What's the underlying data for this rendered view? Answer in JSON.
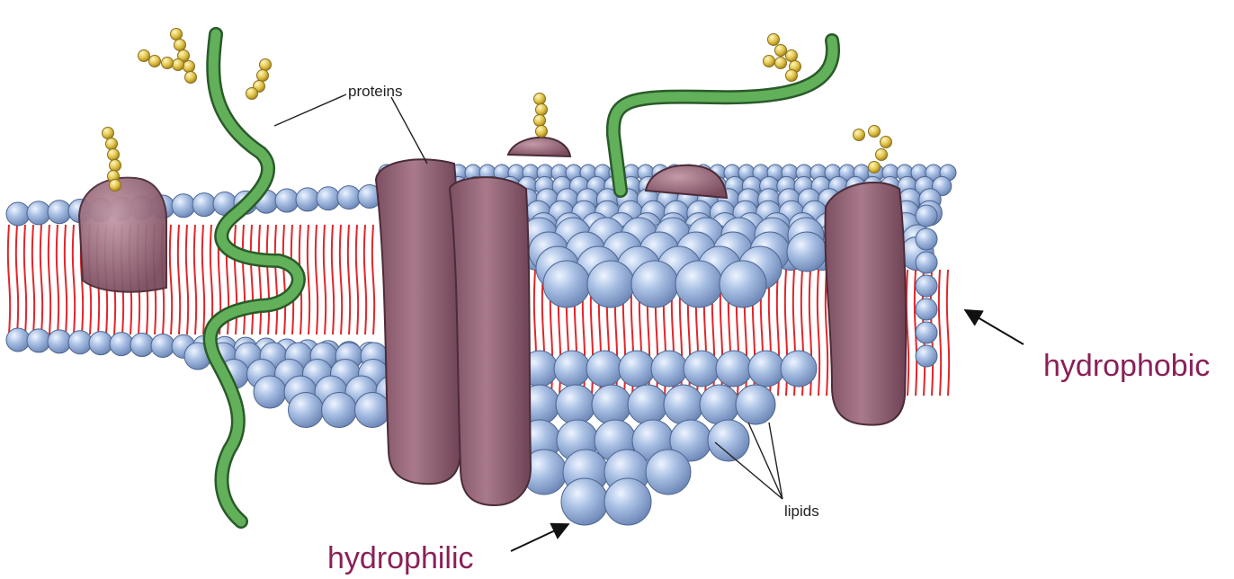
{
  "labels": {
    "proteins": "proteins",
    "lipids": "lipids",
    "hydrophobic": "hydrophobic",
    "hydrophilic": "hydrophilic"
  },
  "colors": {
    "background": "#ffffff",
    "lipid_head": "#a9c0e4",
    "lipid_head_edge": "#4d6590",
    "lipid_tail": "#e0262a",
    "protein": "#9a6a7c",
    "protein_edge": "#4b2c38",
    "strand": "#62b05a",
    "strand_edge": "#2a5a2a",
    "carbohydrate": "#e1c347",
    "carbohydrate_edge": "#8a7220",
    "accent_text": "#8a2058",
    "annotation": "#222222"
  }
}
